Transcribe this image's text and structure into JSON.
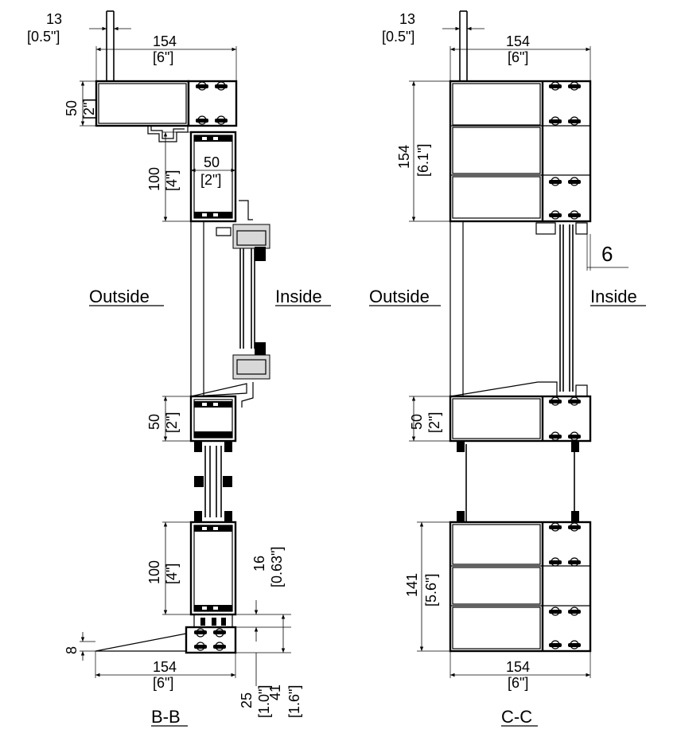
{
  "labels": {
    "outside": "Outside",
    "inside": "Inside",
    "section_bb": "B-B",
    "section_cc": "C-C"
  },
  "bb": {
    "top_13": "13",
    "top_13_in": "[0.5\"]",
    "top_154": "154",
    "top_154_in": "[6\"]",
    "left_50_a": "50",
    "left_50_a_in": "[2\"]",
    "left_100_a": "100",
    "left_100_a_in": "[4\"]",
    "mid_50": "50",
    "mid_50_in": "[2\"]",
    "left_50_b": "50",
    "left_50_b_in": "[2\"]",
    "left_100_b": "100",
    "left_100_b_in": "[4\"]",
    "right_16": "16",
    "right_16_in": "[0.63\"]",
    "left_8": "8",
    "bot_154": "154",
    "bot_154_in": "[6\"]",
    "bot_25": "25",
    "bot_25_in": "[1.0\"]",
    "bot_41": "41",
    "bot_41_in": "[1.6\"]"
  },
  "cc": {
    "top_13": "13",
    "top_13_in": "[0.5\"]",
    "top_154": "154",
    "top_154_in": "[6\"]",
    "left_154": "154",
    "left_154_in": "[6.1\"]",
    "right_6": "6",
    "left_50": "50",
    "left_50_in": "[2\"]",
    "left_141": "141",
    "left_141_in": "[5.6\"]",
    "bot_154": "154",
    "bot_154_in": "[6\"]"
  }
}
